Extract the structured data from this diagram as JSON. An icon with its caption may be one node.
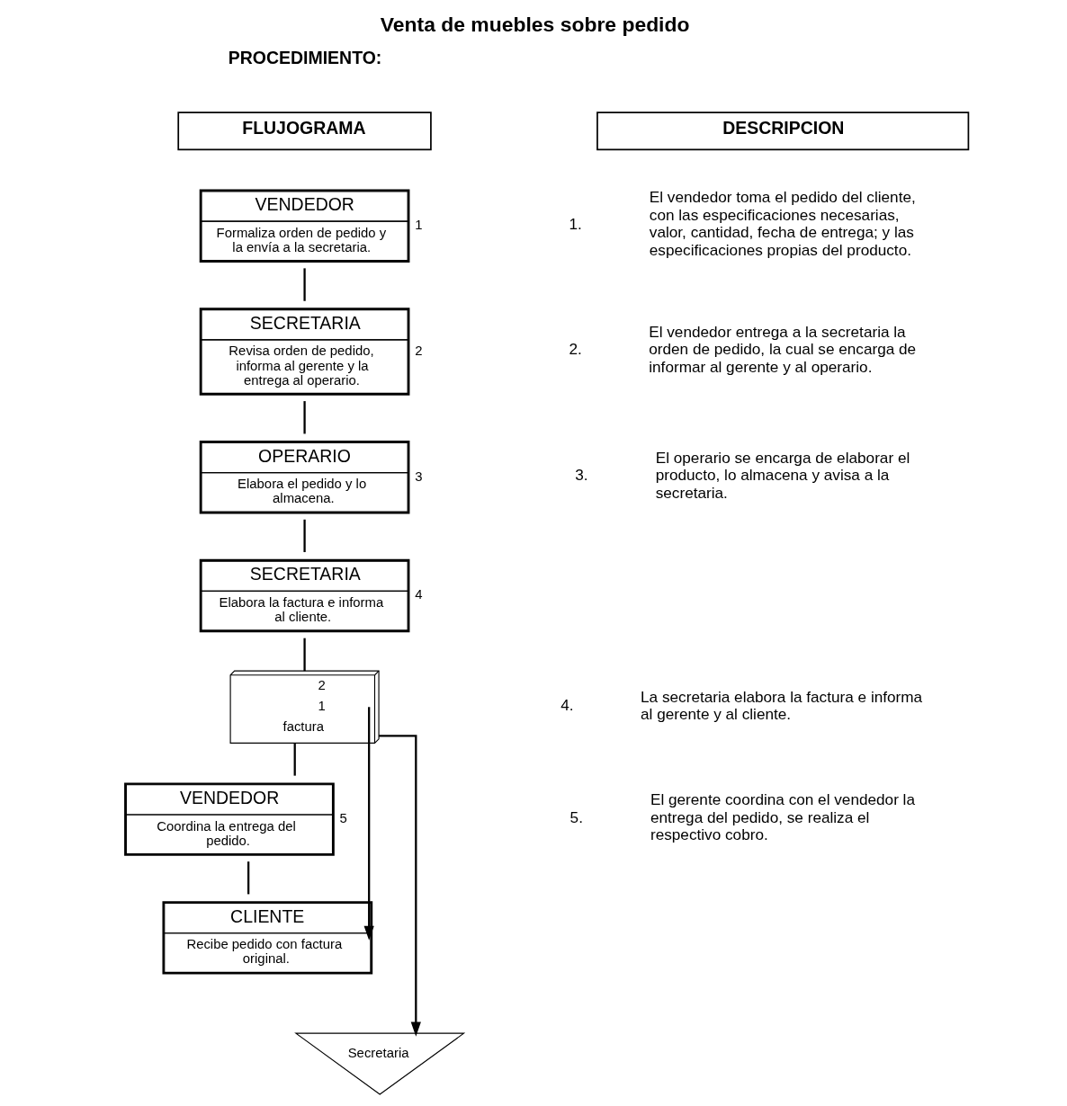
{
  "diagram": {
    "title": "Venta de muebles sobre pedido",
    "nodes": [
      {
        "text": [
          "VENDEDOR",
          "Formaliza orden de pedido y la envía a la secretaria."
        ],
        "beside": [
          "1"
        ]
      },
      {
        "text": [
          "SECRETARIA",
          "Revisa orden de pedido, informa al gerente y la entrega al operario."
        ],
        "beside": [
          "2"
        ]
      },
      {
        "text": [
          "OPERARIO",
          "Elabora el pedido y lo almacena."
        ],
        "beside": [
          "3"
        ]
      },
      {
        "text": [
          "SECRETARIA",
          "Elabora la factura e informa al cliente."
        ],
        "beside": [
          "4"
        ]
      },
      {
        "text": [
          "2",
          "1",
          "factura"
        ]
      },
      {
        "text": [
          "VENDEDOR",
          "Coordina la entrega del pedido."
        ],
        "beside": [
          "5"
        ]
      },
      {
        "text": [
          "CLIENTE",
          "Recibe pedido con factura original."
        ]
      },
      {
        "text": [
          "Secretaria"
        ]
      }
    ],
    "edges": [
      {
        "from": 0,
        "to": 1,
        "arrow": "none"
      },
      {
        "from": 1,
        "to": 2,
        "arrow": "none"
      },
      {
        "from": 2,
        "to": 3,
        "arrow": "none"
      },
      {
        "from": 3,
        "to": 4,
        "arrow": "none"
      },
      {
        "from": 4,
        "to": 5,
        "arrow": "none"
      },
      {
        "from": 5,
        "to": 6,
        "arrow": "none"
      },
      {
        "from": 4,
        "to": 6,
        "arrow": "to"
      },
      {
        "from": 4,
        "to": 7,
        "arrow": "to"
      }
    ],
    "labels": [
      "PROCEDIMIENTO:",
      "FLUJOGRAMA",
      "DESCRIPCION",
      "1.",
      "El vendedor toma el pedido del cliente, con las especificaciones necesarias, valor, cantidad, fecha de entrega; y las especificaciones propias del producto.",
      "2.",
      "El vendedor entrega a la secretaria la orden de pedido, la cual se encarga de informar al gerente y al operario.",
      "3.",
      "El operario se encarga de elaborar el producto, lo almacena y avisa a la secretaria.",
      "4.",
      "La secretaria elabora la factura e informa al gerente y al cliente.",
      "5.",
      "El gerente coordina con el vendedor la entrega del pedido, se realiza el respectivo cobro."
    ]
  }
}
